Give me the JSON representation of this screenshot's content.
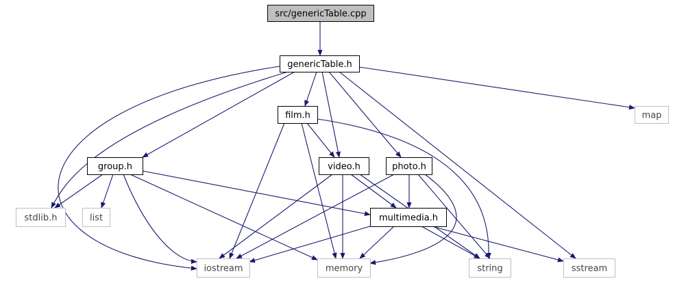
{
  "colors": {
    "edge": "#191970",
    "root_fill": "#bfbfbf",
    "root_border": "#000000",
    "local_border": "#000000",
    "external_border": "#bfbfbf"
  },
  "nodes": [
    {
      "id": "root",
      "label": "src/genericTable.cpp",
      "kind": "root"
    },
    {
      "id": "genericTable",
      "label": "genericTable.h",
      "kind": "local"
    },
    {
      "id": "film",
      "label": "film.h",
      "kind": "local"
    },
    {
      "id": "map",
      "label": "map",
      "kind": "external"
    },
    {
      "id": "group",
      "label": "group.h",
      "kind": "local"
    },
    {
      "id": "video",
      "label": "video.h",
      "kind": "local"
    },
    {
      "id": "photo",
      "label": "photo.h",
      "kind": "local"
    },
    {
      "id": "stdlib",
      "label": "stdlib.h",
      "kind": "external"
    },
    {
      "id": "list",
      "label": "list",
      "kind": "external"
    },
    {
      "id": "multimedia",
      "label": "multimedia.h",
      "kind": "local"
    },
    {
      "id": "iostream",
      "label": "iostream",
      "kind": "external"
    },
    {
      "id": "memory",
      "label": "memory",
      "kind": "external"
    },
    {
      "id": "string",
      "label": "string",
      "kind": "external"
    },
    {
      "id": "sstream",
      "label": "sstream",
      "kind": "external"
    }
  ],
  "edges": [
    {
      "from": "root",
      "to": "genericTable"
    },
    {
      "from": "genericTable",
      "to": "iostream"
    },
    {
      "from": "genericTable",
      "to": "stdlib"
    },
    {
      "from": "genericTable",
      "to": "group"
    },
    {
      "from": "genericTable",
      "to": "film"
    },
    {
      "from": "genericTable",
      "to": "video"
    },
    {
      "from": "genericTable",
      "to": "photo"
    },
    {
      "from": "genericTable",
      "to": "sstream"
    },
    {
      "from": "genericTable",
      "to": "map"
    },
    {
      "from": "film",
      "to": "iostream"
    },
    {
      "from": "film",
      "to": "memory"
    },
    {
      "from": "film",
      "to": "video"
    },
    {
      "from": "film",
      "to": "string"
    },
    {
      "from": "group",
      "to": "stdlib"
    },
    {
      "from": "group",
      "to": "list"
    },
    {
      "from": "group",
      "to": "iostream"
    },
    {
      "from": "group",
      "to": "memory"
    },
    {
      "from": "group",
      "to": "multimedia"
    },
    {
      "from": "video",
      "to": "iostream"
    },
    {
      "from": "video",
      "to": "memory"
    },
    {
      "from": "video",
      "to": "multimedia"
    },
    {
      "from": "video",
      "to": "string"
    },
    {
      "from": "photo",
      "to": "iostream"
    },
    {
      "from": "photo",
      "to": "multimedia"
    },
    {
      "from": "photo",
      "to": "string"
    },
    {
      "from": "photo",
      "to": "memory"
    },
    {
      "from": "multimedia",
      "to": "iostream"
    },
    {
      "from": "multimedia",
      "to": "memory"
    },
    {
      "from": "multimedia",
      "to": "string"
    },
    {
      "from": "multimedia",
      "to": "sstream"
    }
  ]
}
